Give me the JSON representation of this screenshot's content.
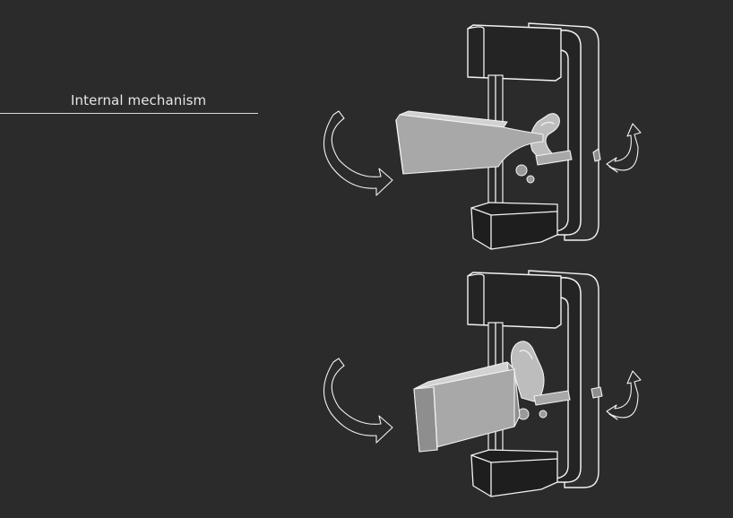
{
  "heading": "Internal mechanism",
  "colors": {
    "background": "#2b2b2b",
    "outline": "#f2f2f2",
    "handle_grey": "#a8a8a8"
  },
  "views": [
    {
      "name": "handle-rest-view"
    },
    {
      "name": "handle-pressed-view"
    }
  ]
}
